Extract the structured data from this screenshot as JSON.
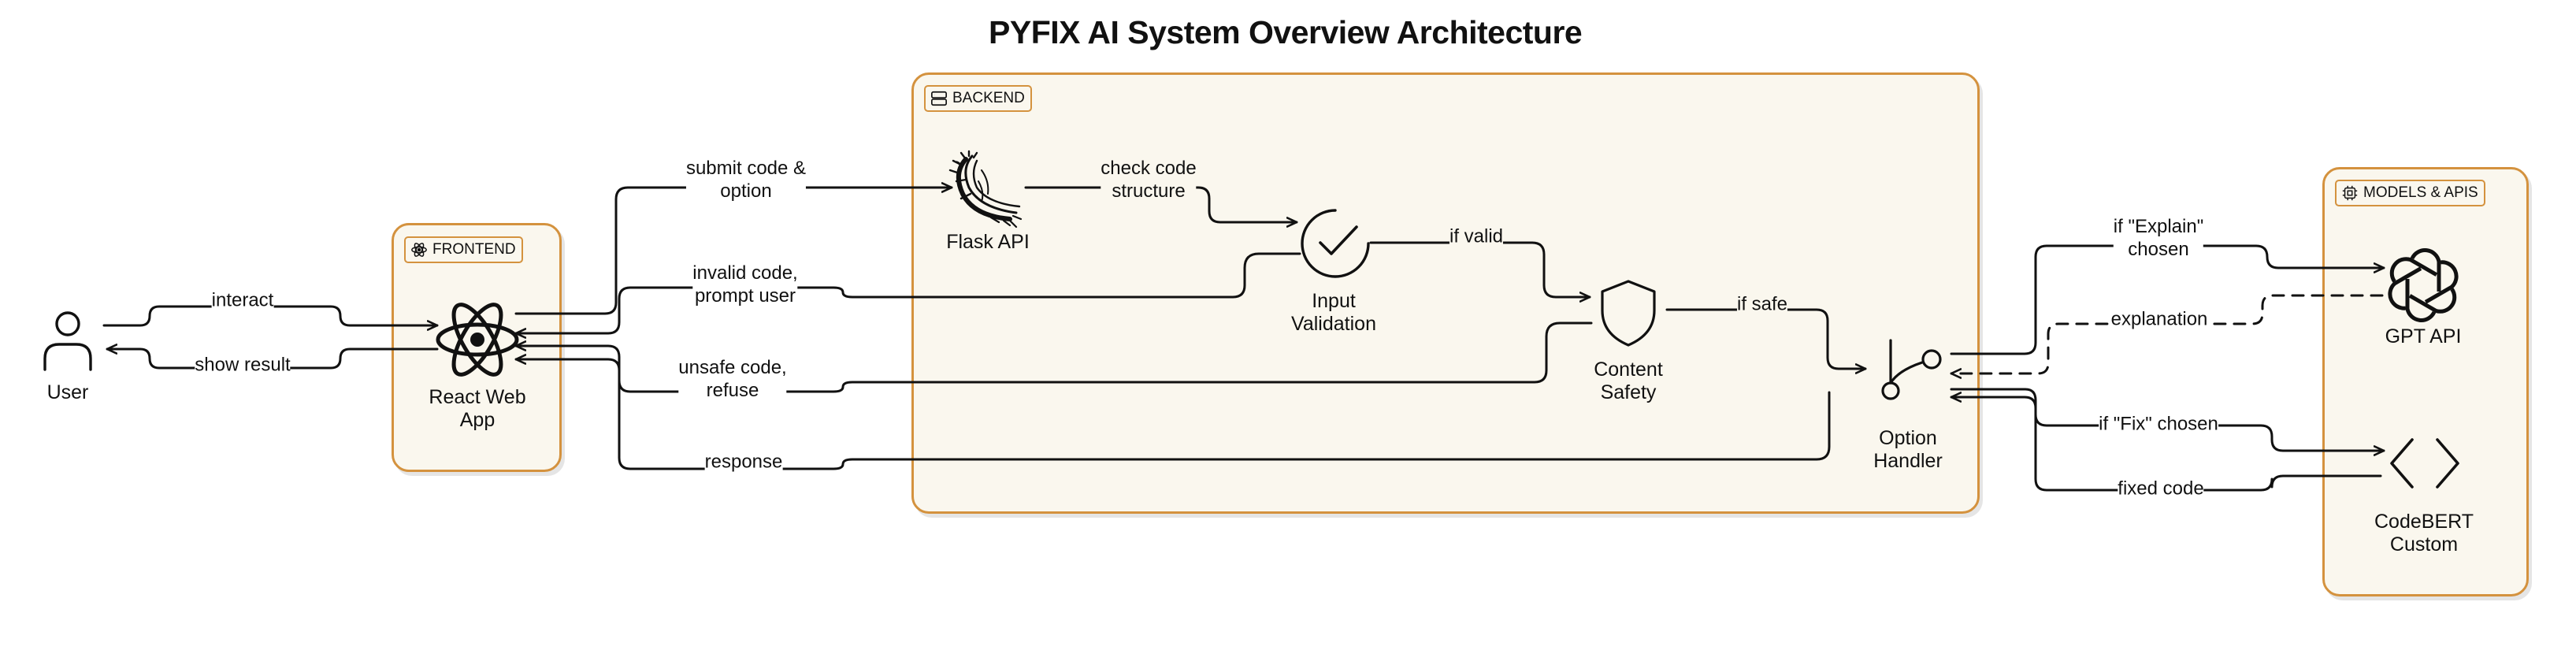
{
  "title": "PYFIX AI System Overview Architecture",
  "groups": {
    "frontend": "FRONTEND",
    "backend": "BACKEND",
    "models": "MODELS & APIS"
  },
  "nodes": {
    "user": "User",
    "react_app": "React Web\nApp",
    "flask_api": "Flask API",
    "input_validation": "Input\nValidation",
    "content_safety": "Content\nSafety",
    "option_handler": "Option\nHandler",
    "gpt_api": "GPT API",
    "codebert": "CodeBERT\nCustom"
  },
  "edges": {
    "interact": "interact",
    "show_result": "show result",
    "submit_code": "submit code &\noption",
    "invalid_code": "invalid code,\nprompt user",
    "unsafe_code": "unsafe code,\nrefuse",
    "response": "response",
    "check_code": "check code\nstructure",
    "if_valid": "if valid",
    "if_safe": "if safe",
    "if_explain": "if \"Explain\"\nchosen",
    "explanation": "explanation",
    "if_fix": "if \"Fix\" chosen",
    "fixed_code": "fixed code"
  },
  "colors": {
    "group_border": "#d4923e",
    "group_fill": "#faf7ee",
    "stroke": "#111111"
  }
}
